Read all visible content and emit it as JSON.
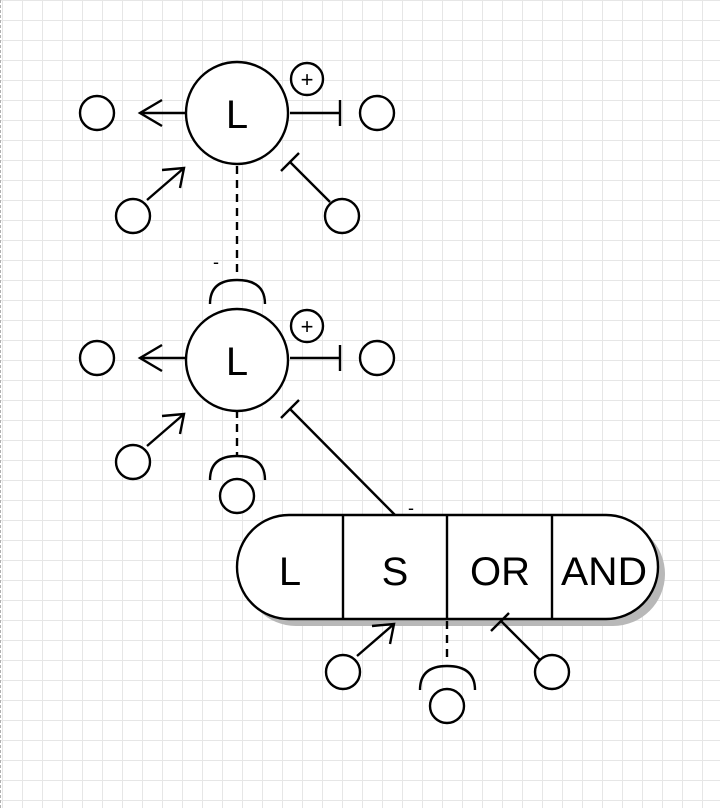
{
  "diagram": {
    "node_top": {
      "label": "L",
      "badge": "+"
    },
    "node_mid": {
      "label": "L",
      "badge": "+",
      "link_sign": "-"
    },
    "compound": {
      "cells": [
        "L",
        "S",
        "OR",
        "AND"
      ],
      "link_sign": "-"
    },
    "colors": {
      "stroke": "#000000",
      "fill": "#ffffff",
      "grid": "#e6e6e6",
      "shadow": "#b8b8b8"
    }
  }
}
